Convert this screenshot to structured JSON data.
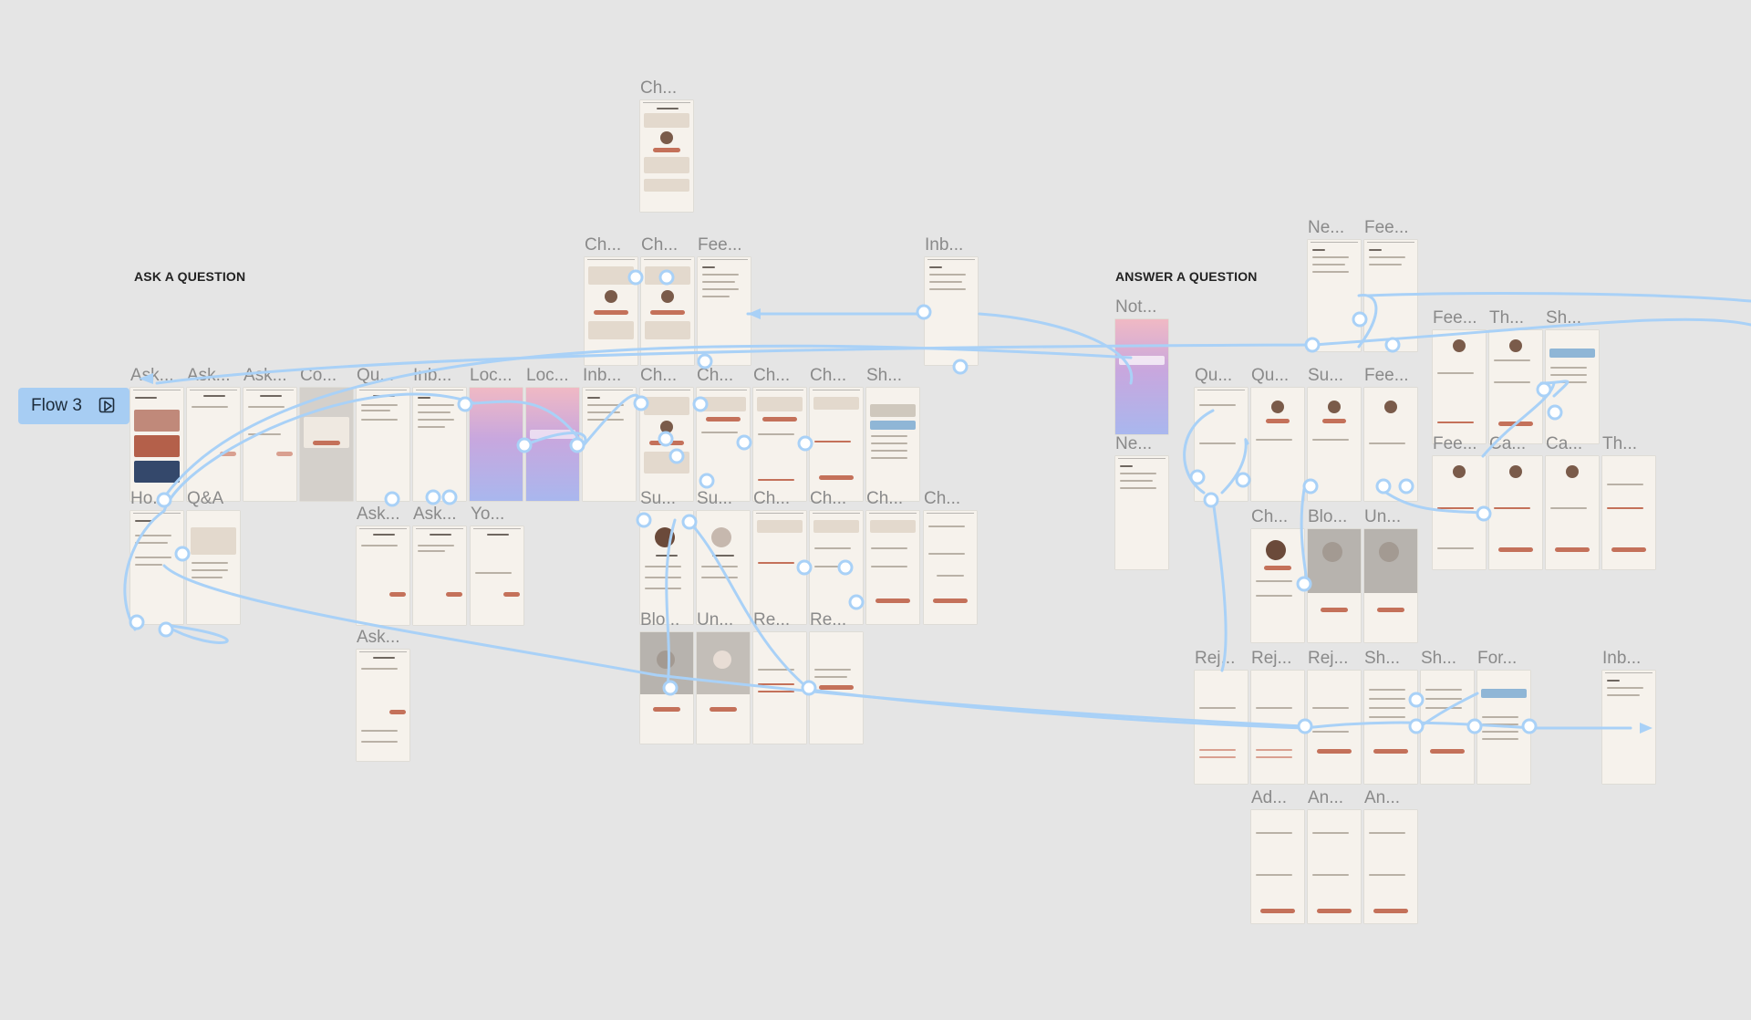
{
  "sections": {
    "ask": "ASK A QUESTION",
    "answer": "ANSWER A QUESTION"
  },
  "flow_button": {
    "label": "Flow 3",
    "icon": "play-prototype-icon"
  },
  "frames": {
    "f01": "Ch...",
    "f02": "Ch...",
    "f03": "Ch...",
    "f04": "Fee...",
    "f05": "Inb...",
    "f06": "Ask...",
    "f07": "Ask...",
    "f08": "Ask...",
    "f09": "Co...",
    "f10": "Qu...",
    "f11": "Inb...",
    "f12": "Loc...",
    "f13": "Loc...",
    "f14": "Inb...",
    "f15": "Ch...",
    "f16": "Ch...",
    "f17": "Ch...",
    "f18": "Ch...",
    "f19": "Sh...",
    "f20": "Ho...",
    "f21": "Q&A",
    "f22": "Ask...",
    "f23": "Ask...",
    "f24": "Yo...",
    "f25": "Ask...",
    "f26": "Su...",
    "f27": "Su...",
    "f28": "Ch...",
    "f29": "Ch...",
    "f30": "Ch...",
    "f31": "Ch...",
    "f32": "Blo...",
    "f33": "Un...",
    "f34": "Re...",
    "f35": "Re...",
    "f36": "Ne...",
    "f37": "Fee...",
    "f38": "Not...",
    "f39": "Fee...",
    "f40": "Th...",
    "f41": "Sh...",
    "f42": "Qu...",
    "f43": "Qu...",
    "f44": "Su...",
    "f45": "Fee...",
    "f46": "Ne...",
    "f47": "Fee...",
    "f48": "Ca...",
    "f49": "Ca...",
    "f50": "Th...",
    "f51": "Ch...",
    "f52": "Blo...",
    "f53": "Un...",
    "f54": "Rej...",
    "f55": "Rej...",
    "f56": "Rej...",
    "f57": "Sh...",
    "f58": "Sh...",
    "f59": "For...",
    "f60": "Inb...",
    "f61": "Ad...",
    "f62": "An...",
    "f63": "An..."
  },
  "colors": {
    "canvas": "#e5e5e5",
    "frame_bg": "#f6f2ec",
    "connector": "#a9d1f7",
    "accent": "#c4715a",
    "flow_button": "#a7cdf3"
  }
}
